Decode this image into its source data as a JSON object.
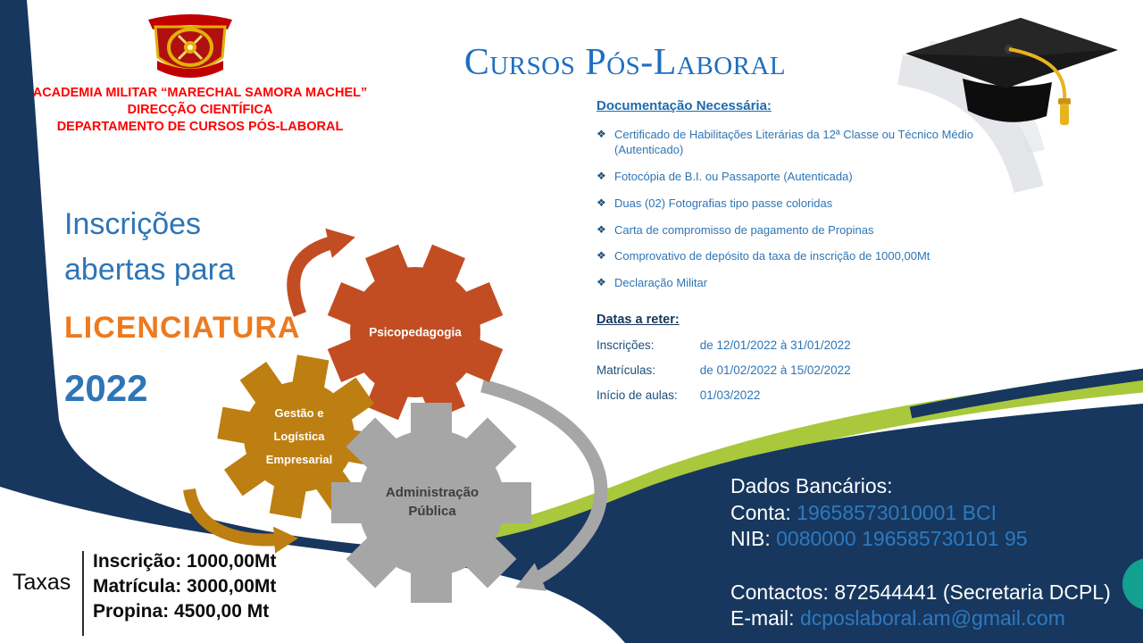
{
  "org": {
    "line1": "ACADEMIA MILITAR “MARECHAL SAMORA MACHEL”",
    "line2": "DIRECÇÃO CIENTÍFICA",
    "line3": "DEPARTAMENTO DE CURSOS PÓS-LABORAL"
  },
  "title": "Cursos Pós-Laboral",
  "promo": {
    "line1": "Inscrições",
    "line2": "abertas para",
    "program": "LICENCIATURA",
    "year": "2022"
  },
  "gears": [
    {
      "label": "Psicopedagogia"
    },
    {
      "lines": [
        "Gestão e",
        "Logística",
        "Empresarial"
      ]
    },
    {
      "lines": [
        "Administração",
        "Pública"
      ]
    }
  ],
  "documentation": {
    "heading": "Documentação Necessária:",
    "bullet": "❖",
    "items": [
      "Certificado de Habilitações Literárias da 12ª Classe ou Técnico Médio (Autenticado)",
      "Fotocópia de B.I. ou Passaporte (Autenticada)",
      "Duas (02) Fotografias tipo passe coloridas",
      "Carta de compromisso de pagamento de Propinas",
      "Comprovativo de depósito da taxa de inscrição de 1000,00Mt",
      "Declaração Militar"
    ]
  },
  "dates": {
    "heading": "Datas a reter:",
    "rows": [
      {
        "label": "Inscrições:",
        "value": "de 12/01/2022 à 31/01/2022"
      },
      {
        "label": "Matrículas:",
        "value": "de 01/02/2022 à 15/02/2022"
      },
      {
        "label": "Início de aulas:",
        "value": "01/03/2022"
      }
    ]
  },
  "bank": {
    "heading": "Dados Bancários:",
    "conta_label": "Conta: ",
    "conta_value": "19658573010001 BCI",
    "nib_label": "NIB: ",
    "nib_value": "0080000 196585730101 95",
    "contacts": "Contactos: 872544441 (Secretaria DCPL)",
    "email_label": "E-mail: ",
    "email_value": "dcposlaboral.am@gmail.com"
  },
  "fees": {
    "heading": "Taxas",
    "lines": [
      "Inscrição: 1000,00Mt",
      "Matrícula: 3000,00Mt",
      "Propina: 4500,00 Mt"
    ]
  },
  "colors": {
    "navy": "#17375E",
    "lime": "#A9C83C",
    "teal": "#14A08F",
    "red": "#FF0000",
    "title_blue": "#1E6FC0",
    "blue": "#2E75B6",
    "darkblue": "#1F4E79",
    "heading_blue": "#1C6AAD",
    "dates_heading": "#17365D",
    "orange": "#EC7A1E",
    "banknum": "#2E79C0",
    "gear1": "#C24D22",
    "gear2": "#BD7F12",
    "gear3": "#A6A6A6",
    "gold": "#E9B21F"
  }
}
